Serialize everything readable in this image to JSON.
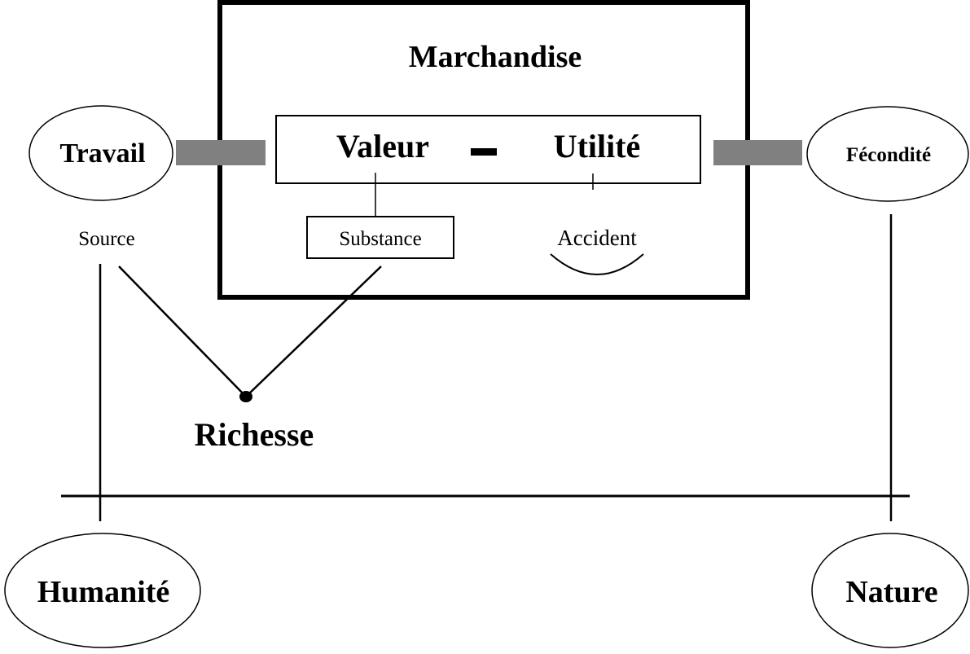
{
  "diagram": {
    "title": "Marchandise",
    "nodes": {
      "valeur": "Valeur",
      "dash": "–",
      "utilite": "Utilité",
      "substance": "Substance",
      "accident": "Accident",
      "travail": "Travail",
      "source": "Source",
      "fecondite": "Fécondité",
      "richesse": "Richesse",
      "humanite": "Humanité",
      "nature": "Nature"
    },
    "colors": {
      "stroke": "#000000",
      "connector": "#808080",
      "background": "#ffffff"
    }
  }
}
